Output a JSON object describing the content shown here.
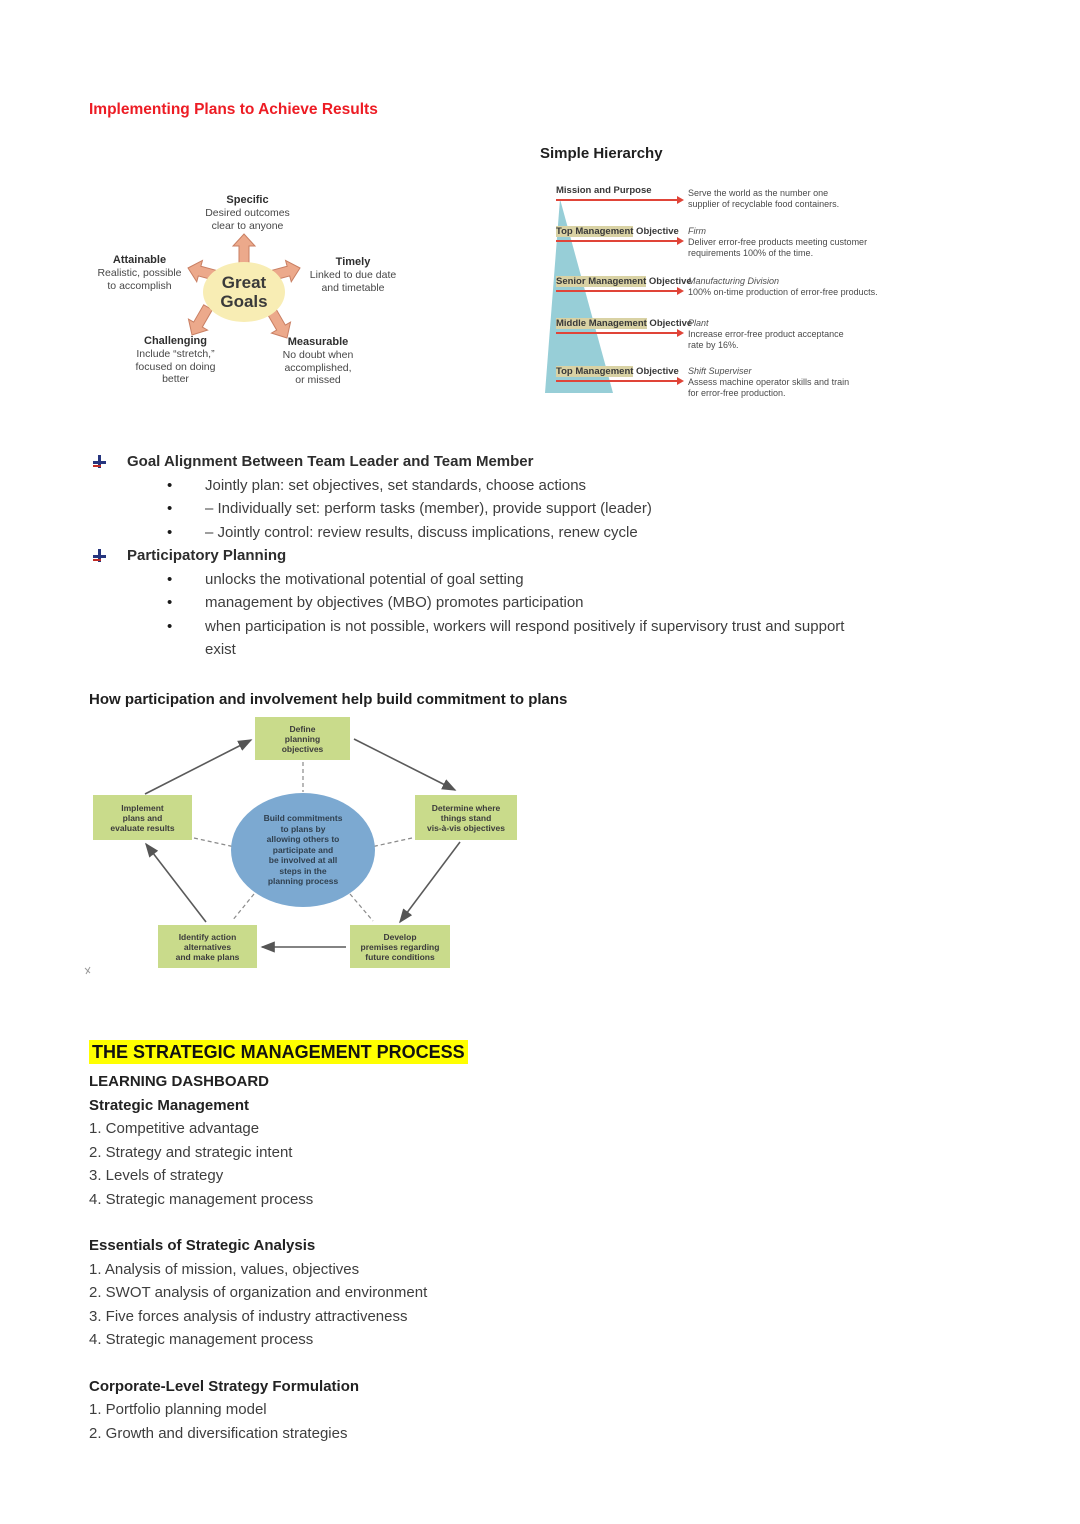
{
  "page": {
    "title": "Implementing Plans to Achieve Results"
  },
  "colors": {
    "red_title": "#ED1C24",
    "highlight_yellow": "#FFFF00",
    "box_green": "#C9DB8B",
    "ellipse_blue": "#7CA9D1",
    "triangle_teal": "#97CED7",
    "arrow_red": "#E04438",
    "label_highlight_tan": "#D9D2A4",
    "goals_ellipse_yellow": "#F8EDB4",
    "goals_arrow_salmon": "#ECA98B",
    "goals_arrow_edge": "#C97F63",
    "bullet_navy": "#26357E",
    "bullet_red": "#BF2B25",
    "body_text": "#3E3E3E"
  },
  "great_goals": {
    "center": "Great\nGoals",
    "labels": {
      "specific": {
        "title": "Specific",
        "body": "Desired outcomes\nclear to anyone"
      },
      "attainable": {
        "title": "Attainable",
        "body": "Realistic, possible\nto accomplish"
      },
      "timely": {
        "title": "Timely",
        "body": "Linked to due date\nand timetable"
      },
      "challenging": {
        "title": "Challenging",
        "body": "Include “stretch,”\nfocused on doing\nbetter"
      },
      "measurable": {
        "title": "Measurable",
        "body": "No doubt when\naccomplished,\nor missed"
      }
    }
  },
  "hierarchy": {
    "title": "Simple Hierarchy",
    "rows": [
      {
        "label_hl": "",
        "label_rest": "Mission and Purpose",
        "lead": "",
        "desc": "Serve the world as the number one\nsupplier of recyclable food containers."
      },
      {
        "label_hl": "Top Management",
        "label_rest": " Objective",
        "lead": "Firm",
        "desc": "Deliver error-free products meeting customer\nrequirements 100% of the time."
      },
      {
        "label_hl": "Senior Management",
        "label_rest": " Objective",
        "lead": "Manufacturing Division",
        "desc": "100% on-time production of error-free products."
      },
      {
        "label_hl": "Middle Management",
        "label_rest": " Objective",
        "lead": "Plant",
        "desc": "Increase error-free product acceptance\nrate by 16%."
      },
      {
        "label_hl": "Top Management",
        "label_rest": " Objective",
        "lead": "Shift Superviser",
        "desc": "Assess machine operator skills and train\nfor error-free production."
      }
    ]
  },
  "bullets": {
    "groups": [
      {
        "heading": "Goal Alignment Between Team Leader and Team Member",
        "items": [
          "Jointly plan: set objectives, set standards, choose actions",
          "– Individually set: perform tasks (member), provide support (leader)",
          "– Jointly control: review results, discuss implications, renew cycle"
        ]
      },
      {
        "heading": "Participatory Planning",
        "items": [
          "unlocks the motivational potential of goal setting",
          "management by objectives (MBO) promotes participation",
          "when participation is not possible, workers will respond positively if supervisory trust and support\nexist"
        ]
      }
    ]
  },
  "participation": {
    "heading": "How participation and involvement help build commitment to plans",
    "nodes": {
      "define": "Define\nplanning\nobjectives",
      "determine": "Determine where\nthings stand\nvis-à-vis objectives",
      "develop": "Develop\npremises regarding\nfuture conditions",
      "identify": "Identify action\nalternatives\nand make plans",
      "implement": "Implement\nplans and\nevaluate results",
      "center": "Build commitments\nto plans by\nallowing others to\nparticipate and\nbe involved at all\nsteps in the\nplanning process"
    }
  },
  "strategic": {
    "title": "THE STRATEGIC MANAGEMENT PROCESS",
    "subtitle": "LEARNING DASHBOARD",
    "blocks": [
      {
        "heading": "Strategic Management",
        "items": [
          "1. Competitive advantage",
          "2. Strategy and strategic intent",
          "3. Levels of strategy",
          "4. Strategic management process"
        ]
      },
      {
        "heading": "Essentials of Strategic Analysis",
        "items": [
          "1. Analysis of mission, values, objectives",
          "2. SWOT analysis of organization and environment",
          "3. Five forces analysis of industry attractiveness",
          "4. Strategic management process"
        ]
      },
      {
        "heading": "Corporate-Level Strategy Formulation",
        "items": [
          "1. Portfolio planning model",
          "2. Growth and diversification strategies"
        ]
      }
    ]
  }
}
